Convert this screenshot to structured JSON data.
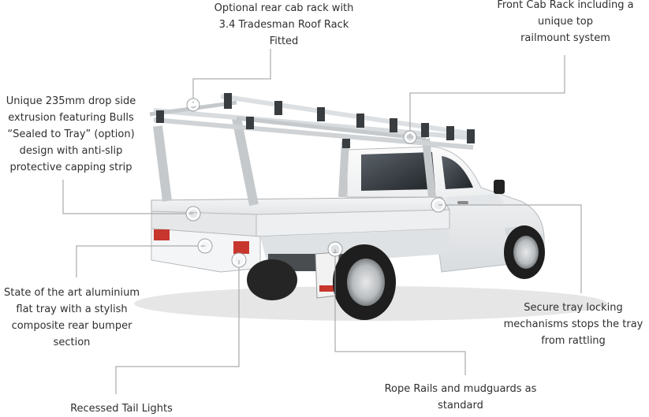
{
  "callouts": {
    "optional_rack": [
      "Optional rear cab rack with",
      "3.4 Tradesman Roof Rack",
      "Fitted"
    ],
    "front_cab_rack": [
      "Front Cab Rack including a",
      "unique top",
      "railmount system"
    ],
    "drop_side": [
      "Unique 235mm drop side",
      "extrusion featuring Bulls",
      "“Sealed to Tray” (option)",
      "design with anti-slip",
      "protective capping strip"
    ],
    "aluminium_tray": [
      "State of the art aluminium",
      "flat tray with a stylish",
      "composite rear bumper",
      "section"
    ],
    "tray_locking": [
      "Secure tray locking",
      "mechanisms stops the tray",
      "from rattling"
    ],
    "rope_rails": [
      "Rope Rails and mudguards as",
      "standard"
    ],
    "tail_lights": [
      "Recessed Tail Lights"
    ]
  },
  "colors": {
    "leader_line": "#9a9a9a",
    "marker_ring": "#ffffff",
    "truck_body": "#eef0f1",
    "rack_metal": "#d9dcde",
    "tyre": "#1e1e1e"
  }
}
